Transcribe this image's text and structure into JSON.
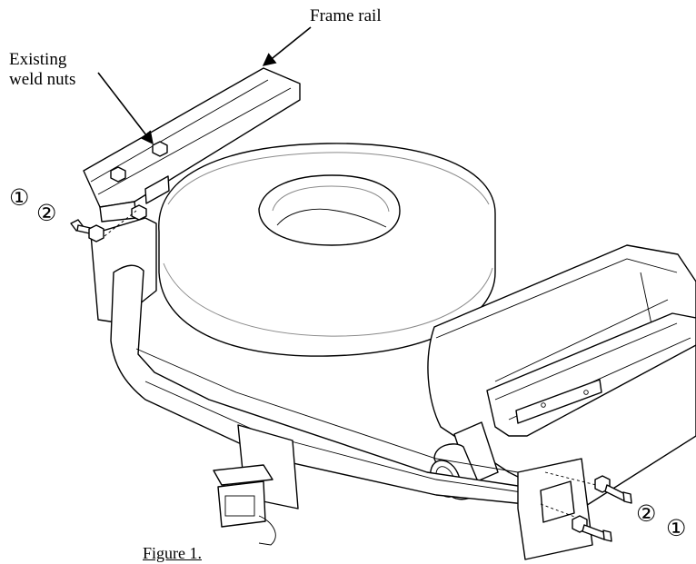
{
  "labels": {
    "frame_rail": "Frame rail",
    "weld_nuts_line1": "Existing",
    "weld_nuts_line2": "weld nuts",
    "figure_caption": "Figure 1."
  },
  "callouts": {
    "left_1": "①",
    "left_2": "②",
    "right_2": "②",
    "right_1": "①"
  },
  "colors": {
    "line": "#000000",
    "tire_outline": "#8a8a8a",
    "background": "#ffffff"
  }
}
